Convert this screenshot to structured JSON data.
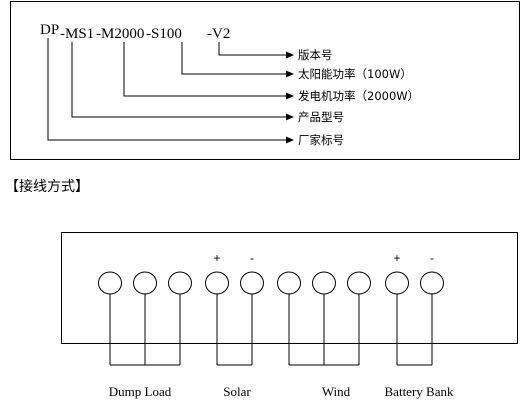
{
  "model_code": {
    "parts": [
      "DP",
      "-MS1",
      "-M2000",
      "-S100",
      "-V2"
    ],
    "descriptions": [
      "版本号",
      "太阳能功率（100W）",
      "发电机功率（2000W）",
      "产品型号",
      "厂家标号"
    ]
  },
  "wiring": {
    "title": "【接线方式】",
    "polarity": {
      "plus": "+",
      "minus": "-"
    },
    "terminal_count": 10,
    "groups": [
      {
        "name": "Dump Load",
        "terminal_count": 3,
        "polarity_marks": []
      },
      {
        "name": "Solar",
        "terminal_count": 2,
        "polarity_marks": [
          "+",
          "-"
        ]
      },
      {
        "name": "Wind",
        "terminal_count": 3,
        "polarity_marks": []
      },
      {
        "name": "Battery Bank",
        "terminal_count": 2,
        "polarity_marks": [
          "+",
          "-"
        ]
      }
    ]
  }
}
